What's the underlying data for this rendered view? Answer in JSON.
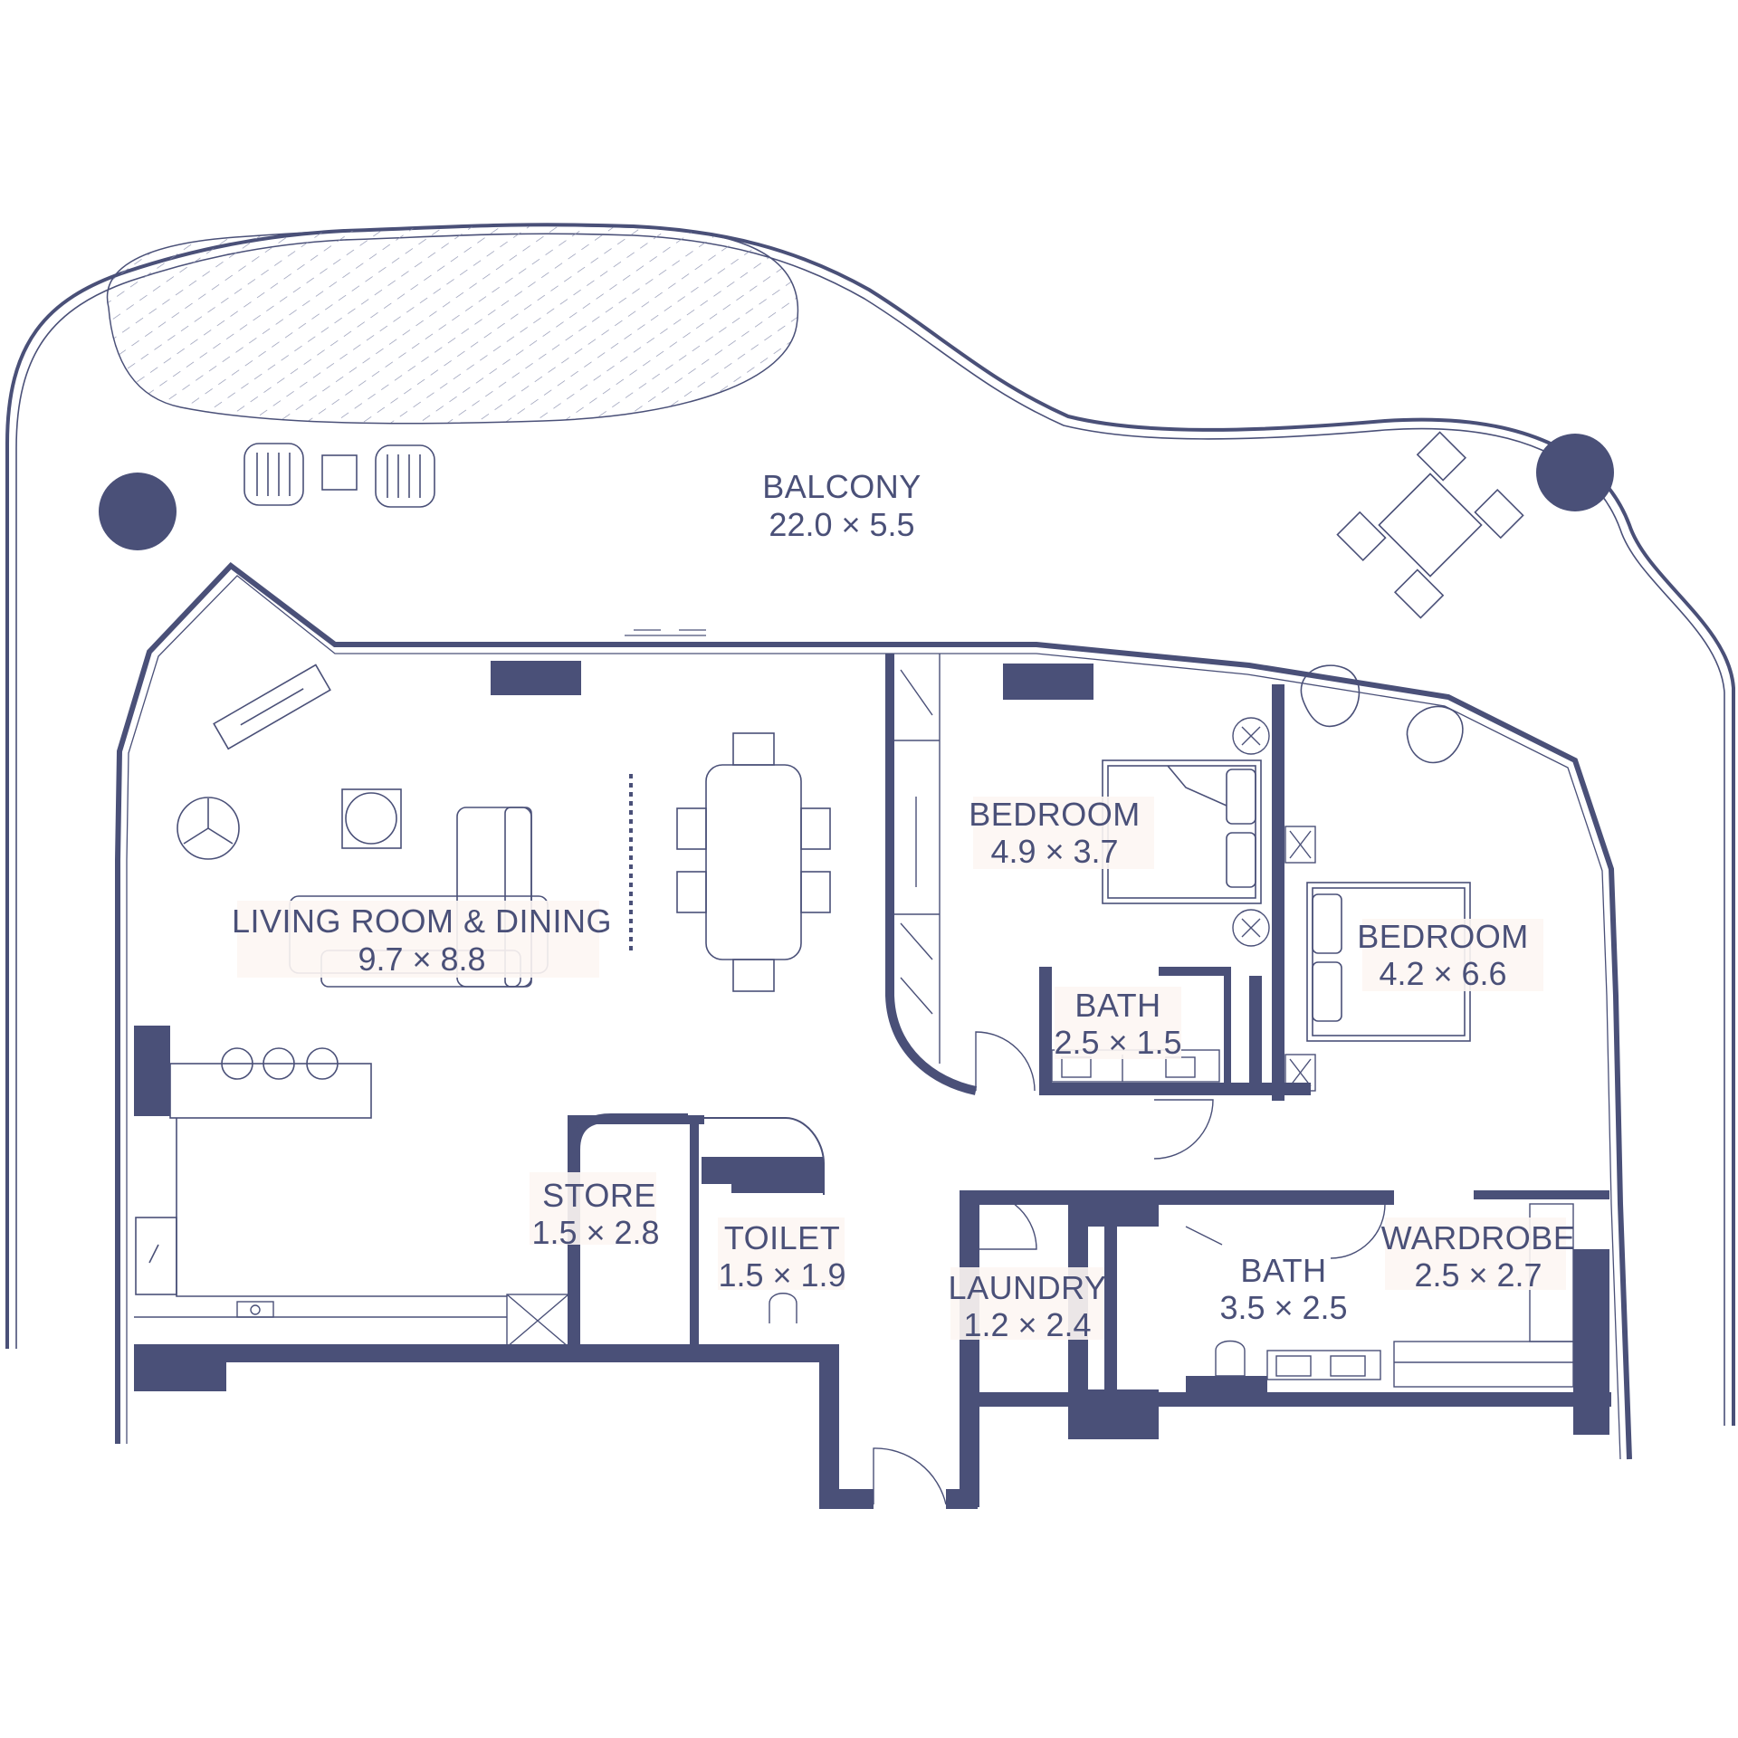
{
  "colors": {
    "wall": "#4a5078",
    "line": "#4a5078",
    "label_bg": "#fdf6f3",
    "background": "#ffffff"
  },
  "rooms": {
    "balcony": {
      "label": "BALCONY",
      "dims": "22.0 × 5.5"
    },
    "living": {
      "label": "LIVING ROOM & DINING",
      "dims": "9.7 × 8.8"
    },
    "bedroom_1": {
      "label": "BEDROOM",
      "dims": "4.9 × 3.7"
    },
    "bedroom_2": {
      "label": "BEDROOM",
      "dims": "4.2 × 6.6"
    },
    "bath_1": {
      "label": "BATH",
      "dims": "2.5 × 1.5"
    },
    "bath_2": {
      "label": "BATH",
      "dims": "3.5 × 2.5"
    },
    "store": {
      "label": "STORE",
      "dims": "1.5 × 2.8"
    },
    "toilet": {
      "label": "TOILET",
      "dims": "1.5 × 1.9"
    },
    "laundry": {
      "label": "LAUNDRY",
      "dims": "1.2 × 2.4"
    },
    "wardrobe": {
      "label": "WARDROBE",
      "dims": "2.5 × 2.7"
    }
  },
  "icons": [
    "column-icon",
    "armchair-icon",
    "side-table-icon",
    "dining-table-icon",
    "chair-icon",
    "sofa-icon",
    "bed-icon",
    "fireplace-icon",
    "planter-icon",
    "door-swing-icon",
    "bar-stool-icon",
    "toilet-icon",
    "sink-icon",
    "stove-icon"
  ]
}
